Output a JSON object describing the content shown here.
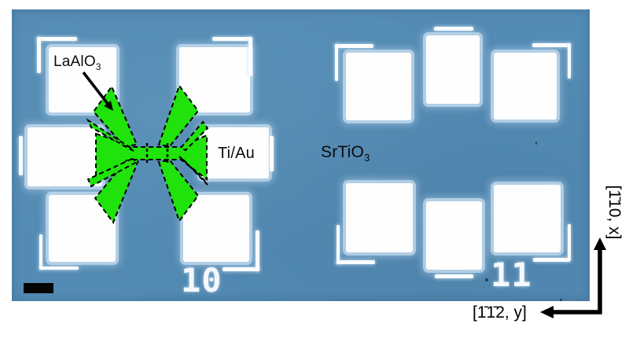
{
  "figure": {
    "film_label": {
      "base": "LaAlO",
      "sub": "3"
    },
    "electrode_label": "Ti/Au",
    "substrate_label": {
      "base": "SrTiO",
      "sub": "3"
    },
    "left_device_number": "10",
    "right_device_number": "11",
    "axis_vertical_label": "[1̄10, x]",
    "axis_horizontal_label": "[1̄1̄2, y]",
    "colors": {
      "substrate_blue": "#538bb4",
      "mesa_green": "#1fe30a",
      "pad_white": "#ffffff",
      "annotation_black": "#000000"
    }
  }
}
